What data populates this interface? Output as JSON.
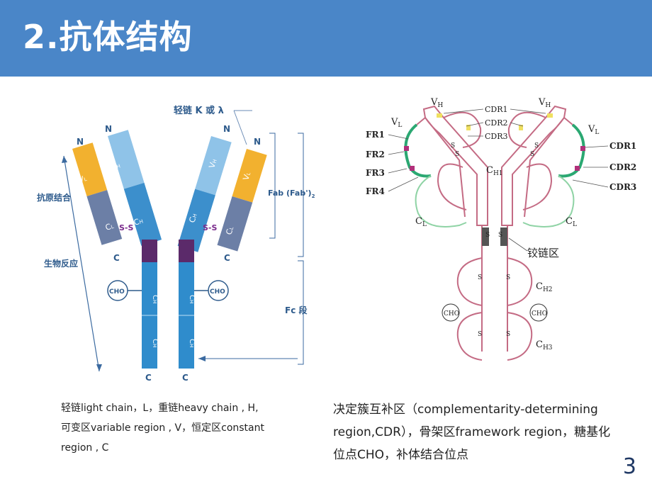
{
  "header": {
    "title": "2.抗体结构"
  },
  "left_diagram": {
    "light_chain_label": "轻链 K 或 λ",
    "antigen_binding": "抗原结合",
    "bio_reaction": "生物反应",
    "fab_label": "Fab  (Fab')",
    "fab_sub": "2",
    "fc_label": "Fc 段",
    "n": "N",
    "c": "C",
    "vl": "V",
    "vl_sub": "L",
    "vh": "V",
    "vh_sub": "H",
    "ch1": "C",
    "ch1_sub": "H",
    "ch1_sup": "1",
    "cl": "C",
    "cl_sub": "L",
    "ch2": "C",
    "ch2_sub": "H",
    "ch2_sup": "2",
    "ch3": "C",
    "ch3_sub": "H",
    "ch3_sup": "3",
    "ss": "S-S",
    "cho": "CHO"
  },
  "right_diagram": {
    "vh": "V",
    "vh_sub": "H",
    "vl": "V",
    "vl_sub": "L",
    "cdr1": "CDR1",
    "cdr2": "CDR2",
    "cdr3": "CDR3",
    "fr1": "FR1",
    "fr2": "FR2",
    "fr3": "FR3",
    "fr4": "FR4",
    "ch1": "C",
    "ch1_sub": "H1",
    "cl": "C",
    "cl_sub": "L",
    "hinge": "铰链区",
    "ch2": "C",
    "ch2_sub": "H2",
    "ch3": "C",
    "ch3_sub": "H3",
    "cho": "CHO",
    "s": "S"
  },
  "captions": {
    "left_line1": "轻链light chain，L，重链heavy chain , H,",
    "left_line2": "可变区variable region , V，恒定区constant",
    "left_line3": "region , C",
    "right_line1": "决定簇互补区（complementarity-determining",
    "right_line2": "region,CDR），骨架区framework region，糖基化",
    "right_line3": "位点CHO，补体结合位点"
  },
  "page_number": "3"
}
